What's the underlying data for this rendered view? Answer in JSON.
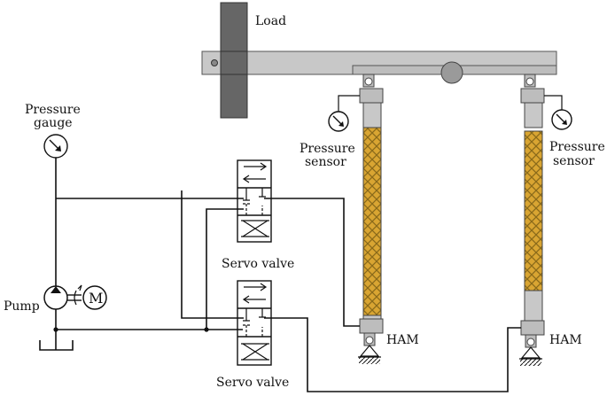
{
  "labels": {
    "load": "Load",
    "pressure_gauge_line1": "Pressure",
    "pressure_gauge_line2": "gauge",
    "pressure_sensor_left_line1": "Pressure",
    "pressure_sensor_left_line2": "sensor",
    "pressure_sensor_right_line1": "Pressure",
    "pressure_sensor_right_line2": "sensor",
    "servo_valve_top": "Servo valve",
    "servo_valve_bottom": "Servo valve",
    "pump": "Pump",
    "motor": "M",
    "ham_left": "HAM",
    "ham_right": "HAM"
  },
  "colors": {
    "load_block": "#666666",
    "beam": "#c8c8c8",
    "ham_mesh": "#d9a532",
    "ham_mesh_line": "#8a6a1a",
    "lines": "#111111"
  }
}
